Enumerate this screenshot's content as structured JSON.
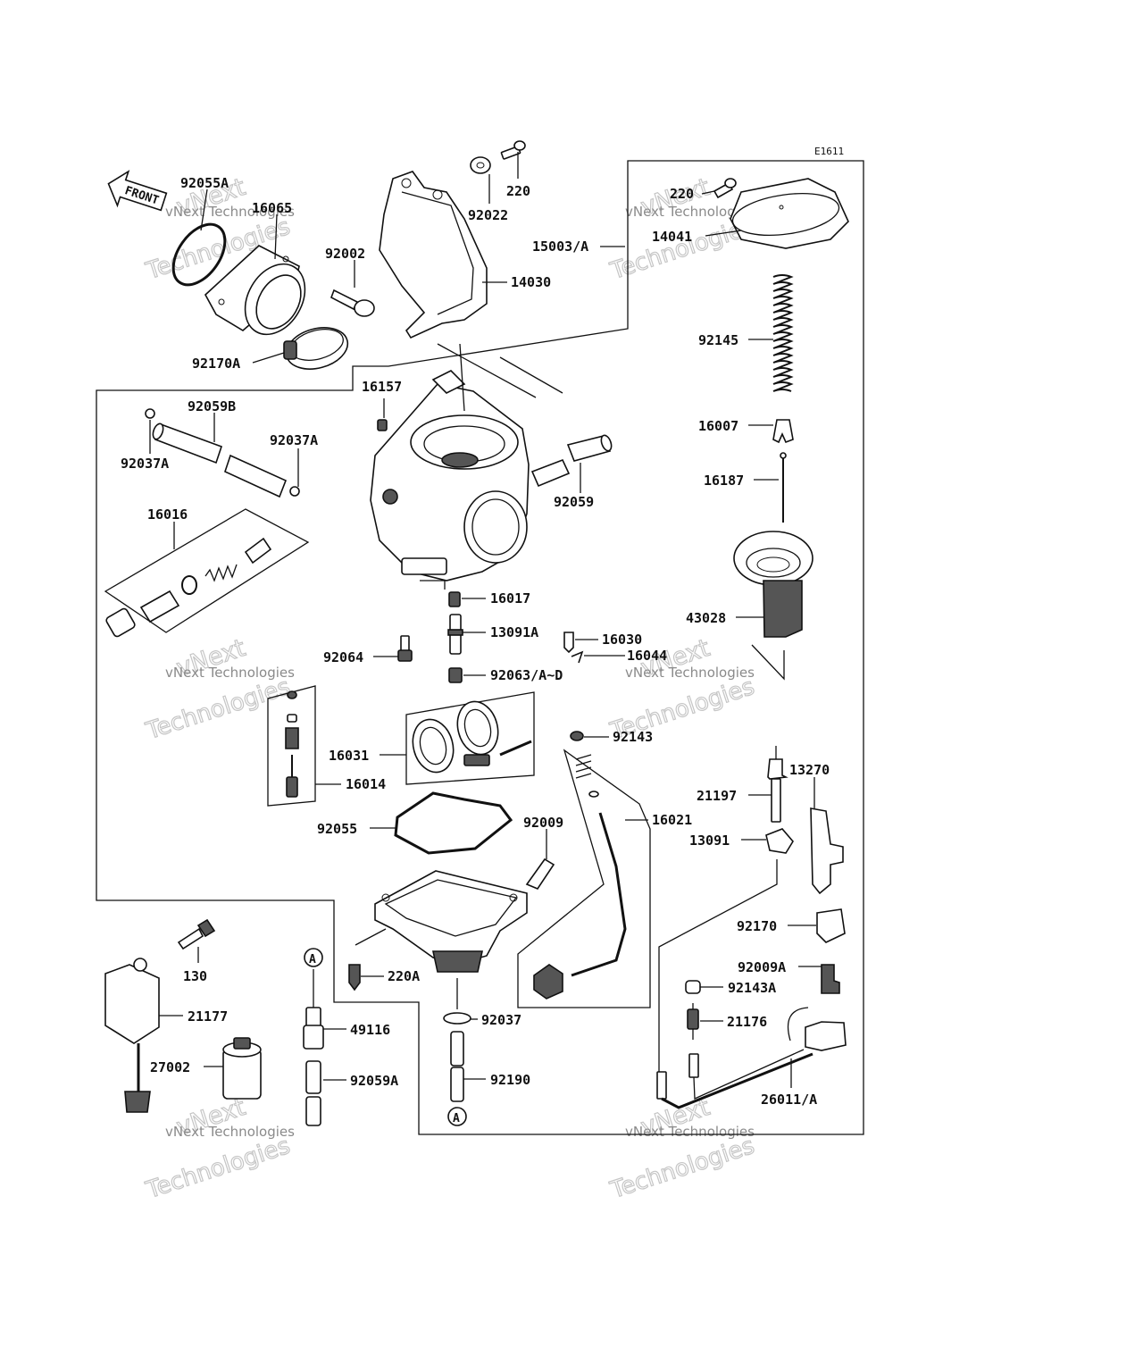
{
  "diagram": {
    "ref_code": "E1611",
    "front_label": "FRONT",
    "watermark": {
      "line1": "vNext Technologies",
      "line2": "vNext",
      "line3": "Technologies"
    },
    "callout_letter": "A",
    "labels": [
      {
        "id": "92055A",
        "text": "92055A"
      },
      {
        "id": "16065",
        "text": "16065"
      },
      {
        "id": "92002",
        "text": "92002"
      },
      {
        "id": "92170A",
        "text": "92170A"
      },
      {
        "id": "92022",
        "text": "92022"
      },
      {
        "id": "220-top",
        "text": "220"
      },
      {
        "id": "14030",
        "text": "14030"
      },
      {
        "id": "220-right",
        "text": "220"
      },
      {
        "id": "15003A",
        "text": "15003/A"
      },
      {
        "id": "14041",
        "text": "14041"
      },
      {
        "id": "92145",
        "text": "92145"
      },
      {
        "id": "16007",
        "text": "16007"
      },
      {
        "id": "16187",
        "text": "16187"
      },
      {
        "id": "43028",
        "text": "43028"
      },
      {
        "id": "16157",
        "text": "16157"
      },
      {
        "id": "92059B",
        "text": "92059B"
      },
      {
        "id": "92037A-left",
        "text": "92037A"
      },
      {
        "id": "92037A-right",
        "text": "92037A"
      },
      {
        "id": "92059",
        "text": "92059"
      },
      {
        "id": "16016",
        "text": "16016"
      },
      {
        "id": "16017",
        "text": "16017"
      },
      {
        "id": "13091A",
        "text": "13091A"
      },
      {
        "id": "16030",
        "text": "16030"
      },
      {
        "id": "92064",
        "text": "92064"
      },
      {
        "id": "16044",
        "text": "16044"
      },
      {
        "id": "92063",
        "text": "92063/A~D"
      },
      {
        "id": "92143",
        "text": "92143"
      },
      {
        "id": "16031",
        "text": "16031"
      },
      {
        "id": "16014",
        "text": "16014"
      },
      {
        "id": "13270",
        "text": "13270"
      },
      {
        "id": "21197",
        "text": "21197"
      },
      {
        "id": "16021",
        "text": "16021"
      },
      {
        "id": "92055",
        "text": "92055"
      },
      {
        "id": "92009",
        "text": "92009"
      },
      {
        "id": "13091",
        "text": "13091"
      },
      {
        "id": "92170",
        "text": "92170"
      },
      {
        "id": "130",
        "text": "130"
      },
      {
        "id": "220A",
        "text": "220A"
      },
      {
        "id": "92009A",
        "text": "92009A"
      },
      {
        "id": "92143A",
        "text": "92143A"
      },
      {
        "id": "21177",
        "text": "21177"
      },
      {
        "id": "49116",
        "text": "49116"
      },
      {
        "id": "92037",
        "text": "92037"
      },
      {
        "id": "21176",
        "text": "21176"
      },
      {
        "id": "27002",
        "text": "27002"
      },
      {
        "id": "92059A",
        "text": "92059A"
      },
      {
        "id": "92190",
        "text": "92190"
      },
      {
        "id": "26011A",
        "text": "26011/A"
      }
    ]
  }
}
